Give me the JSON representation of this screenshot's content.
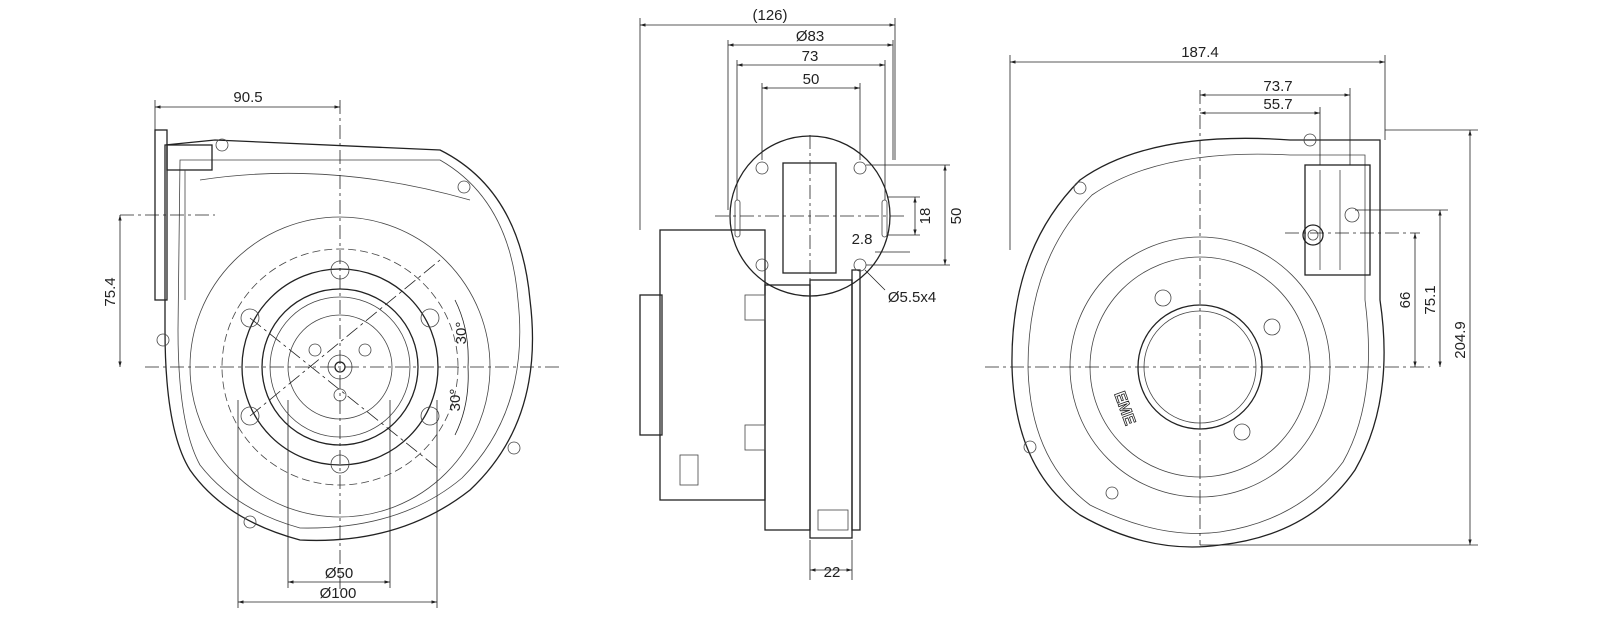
{
  "logo_text": "EME",
  "left_view": {
    "dim_width": "90.5",
    "dim_height": "75.4",
    "angle_top": "30°",
    "angle_bottom": "30°",
    "dim_inner_dia": "Ø50",
    "dim_outer_dia": "Ø100"
  },
  "side_view": {
    "dim_overall": "(126)",
    "dim_flange_dia": "Ø83",
    "dim_73": "73",
    "dim_hole_spacing": "50",
    "dim_slot_length": "18",
    "dim_vertical_spacing": "50",
    "dim_slot_width": "2.8",
    "dim_holes": "Ø5.5x4",
    "dim_depth": "22"
  },
  "right_view": {
    "dim_width": "187.4",
    "dim_outlet_outer": "73.7",
    "dim_outlet_inner": "55.7",
    "dim_66": "66",
    "dim_75_1": "75.1",
    "dim_height": "204.9"
  }
}
